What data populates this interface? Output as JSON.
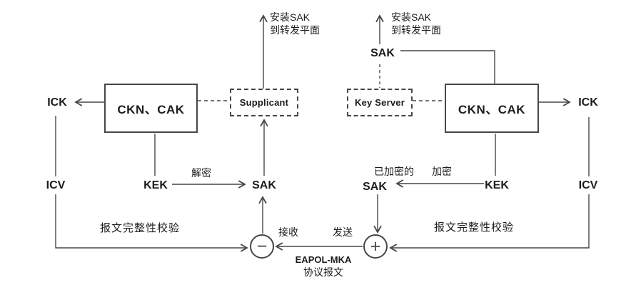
{
  "colors": {
    "line": "#474747",
    "text": "#1c1c1c",
    "background": "#ffffff"
  },
  "left_device": {
    "cak_box_label": "CKN、CAK",
    "supplicant_label": "Supplicant",
    "ick_label": "ICK",
    "icv_label": "ICV",
    "kek_label": "KEK",
    "sak_label": "SAK",
    "decrypt_label": "解密",
    "install_sak_line1": "安装SAK",
    "install_sak_line2": "到转发平面",
    "integrity_check_label": "报文完整性校验",
    "receive_label": "接收",
    "receive_symbol": "−"
  },
  "right_device": {
    "cak_box_label": "CKN、CAK",
    "key_server_label": "Key Server",
    "ick_label": "ICK",
    "icv_label": "ICV",
    "kek_label": "KEK",
    "sak_top_label": "SAK",
    "encrypted_label": "已加密的",
    "encrypted_sak_label": "SAK",
    "encrypt_label": "加密",
    "install_sak_line1": "安装SAK",
    "install_sak_line2": "到转发平面",
    "integrity_check_label": "报文完整性校验",
    "send_label": "发送",
    "send_symbol": "+"
  },
  "link": {
    "eapol_line1": "EAPOL-MKA",
    "eapol_line2": "协议报文"
  }
}
